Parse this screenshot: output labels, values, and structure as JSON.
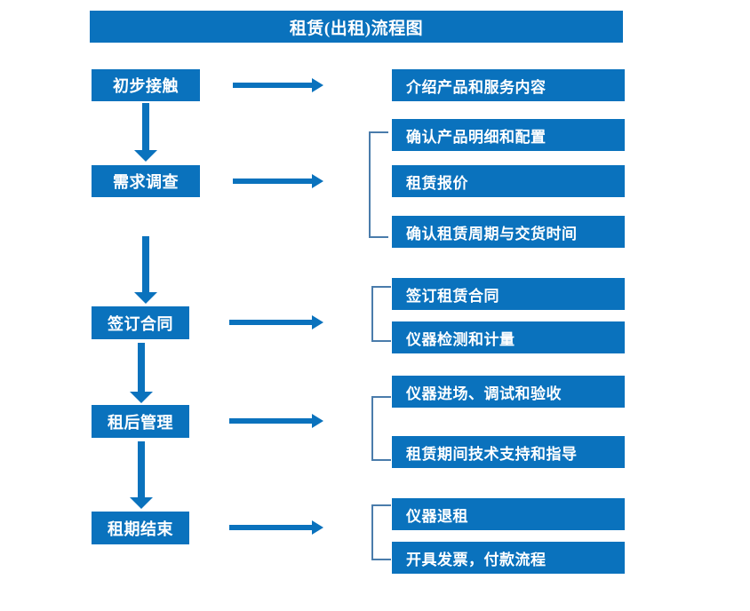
{
  "chart_data": {
    "type": "diagram",
    "title": "租赁(出租)流程图",
    "diagram_kind": "flowchart",
    "orientation": "vertical-with-right-branches",
    "stages": [
      {
        "label": "初步接触",
        "details": [
          "介绍产品和服务内容"
        ],
        "grouped": false
      },
      {
        "label": "需求调查",
        "details": [
          "确认产品明细和配置",
          "租赁报价",
          "确认租赁周期与交货时间"
        ],
        "grouped": true
      },
      {
        "label": "签订合同",
        "details": [
          "签订租赁合同",
          "仪器检测和计量"
        ],
        "grouped": true
      },
      {
        "label": "租后管理",
        "details": [
          "仪器进场、调试和验收",
          "租赁期间技术支持和指导"
        ],
        "grouped": true
      },
      {
        "label": "租期结束",
        "details": [
          "仪器退租",
          "开具发票，付款流程"
        ],
        "grouped": true
      }
    ],
    "colors": {
      "box_fill": "#0a72bd",
      "box_text": "#ffffff",
      "arrow": "#0a72bd",
      "bracket": "#4a7cab",
      "background": "#ffffff"
    }
  },
  "title": {
    "text": "租赁(出租)流程图"
  },
  "stages": [
    {
      "label": "初步接触"
    },
    {
      "label": "需求调查"
    },
    {
      "label": "签订合同"
    },
    {
      "label": "租后管理"
    },
    {
      "label": "租期结束"
    }
  ],
  "details": [
    {
      "label": "介绍产品和服务内容"
    },
    {
      "label": "确认产品明细和配置"
    },
    {
      "label": "租赁报价"
    },
    {
      "label": "确认租赁周期与交货时间"
    },
    {
      "label": "签订租赁合同"
    },
    {
      "label": "仪器检测和计量"
    },
    {
      "label": "仪器进场、调试和验收"
    },
    {
      "label": "租赁期间技术支持和指导"
    },
    {
      "label": "仪器退租"
    },
    {
      "label": "开具发票，付款流程"
    }
  ]
}
